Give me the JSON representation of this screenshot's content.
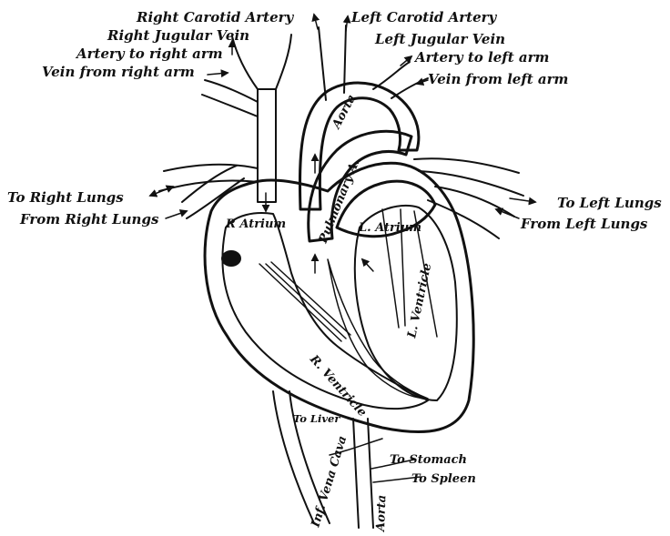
{
  "labels": {
    "right_carotid_artery": "Right Carotid Artery",
    "left_carotid_artery": "Left Carotid Artery",
    "right_jugular_vein": "Right Jugular Vein",
    "left_jugular_vein": "Left Jugular Vein",
    "artery_to_right_arm": "Artery to right arm",
    "artery_to_left_arm": "Artery to left arm",
    "vein_from_right_arm": "Vein from right arm",
    "vein_from_left_arm": "Vein from left arm",
    "aorta_upper": "Aorta",
    "to_right_lungs": "To Right Lungs",
    "from_right_lungs": "From Right Lungs",
    "to_left_lungs": "To Left Lungs",
    "from_left_lungs": "From Left Lungs",
    "pulmonary_artery": "Pulmonary A.",
    "right_atrium": "R Atrium",
    "left_atrium": "L. Atrium",
    "left_ventricle": "L. Ventricle",
    "right_ventricle": "R. Ventricle",
    "to_liver": "To Liver",
    "to_stomach": "To Stomach",
    "to_spleen": "To Spleen",
    "inferior_vena_cava": "Inf. Vena Cava",
    "aorta_lower": "Aorta"
  },
  "colors": {
    "ink": "#111111",
    "paper": "#ffffff"
  }
}
